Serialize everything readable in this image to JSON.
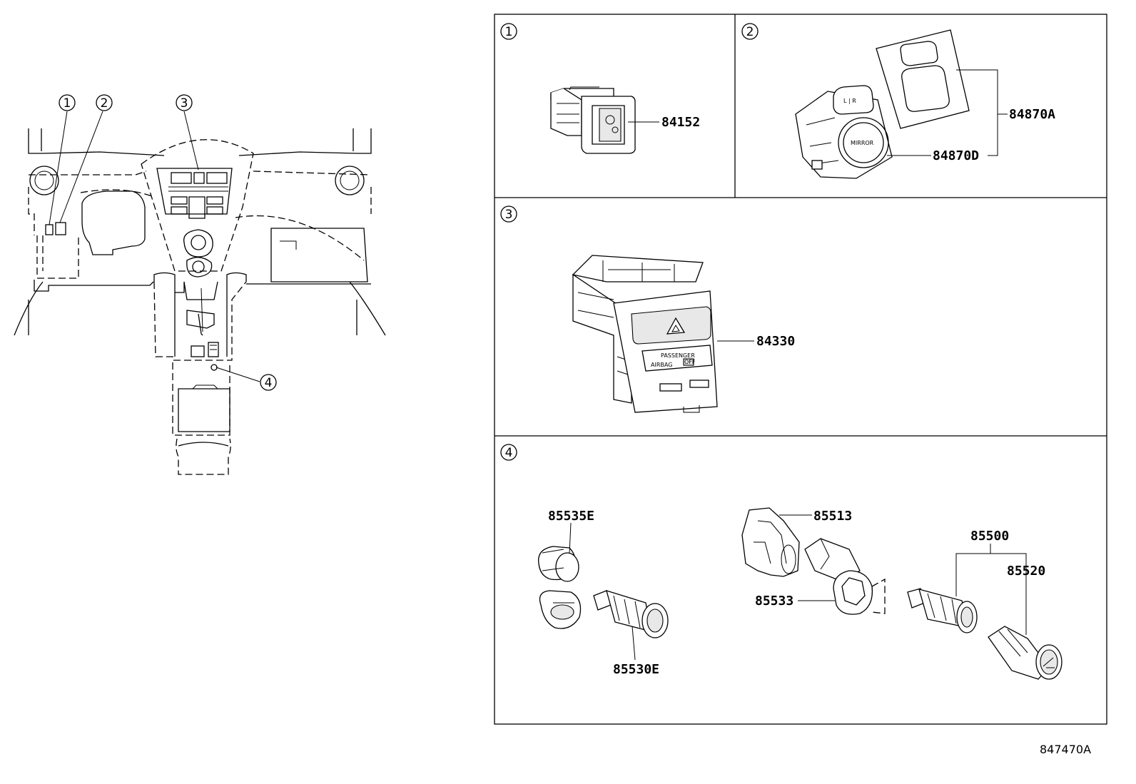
{
  "diagram": {
    "callouts": [
      "1",
      "2",
      "3",
      "4"
    ],
    "part_numbers": {
      "p84152": "84152",
      "p84870A": "84870A",
      "p84870D": "84870D",
      "p84330": "84330",
      "p85535E": "85535E",
      "p85530E": "85530E",
      "p85513": "85513",
      "p85533": "85533",
      "p85500": "85500",
      "p85520": "85520"
    },
    "switch_labels": {
      "mirror": "MIRROR",
      "lr": "L | R",
      "passenger": "PASSENGER",
      "airbag": "AIRBAG",
      "off": "OFF"
    },
    "figure_id": "847470A"
  }
}
